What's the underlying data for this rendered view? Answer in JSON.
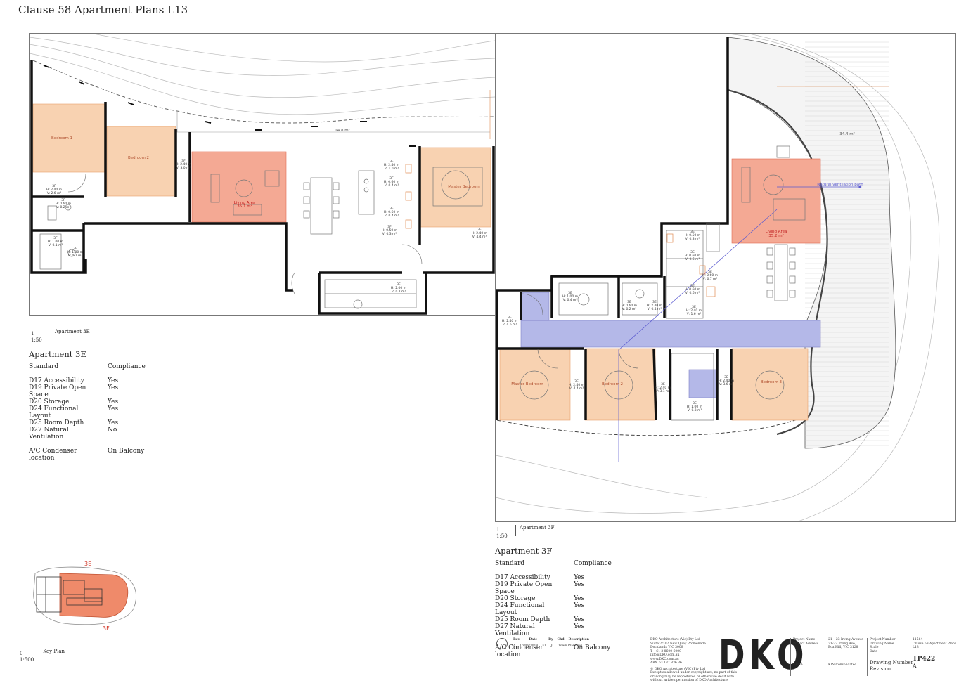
{
  "page": {
    "title": "Clause 58 Apartment Plans L13"
  },
  "plan_3e": {
    "scale_num": "1",
    "scale": "1:50",
    "label": "Apartment 3E",
    "rooms": {
      "bed1": "Bedroom 1",
      "bed2": "Bedroom 2",
      "living": "Living Area",
      "living_area": "35.1 m²",
      "master": "Master Bedroom",
      "balcony": "14.8 m²"
    },
    "storage": [
      {
        "id": "3F",
        "h": "H: 2.40 m",
        "v": "V: 2.6 m³"
      },
      {
        "id": "3F",
        "h": "H: 0.60 m",
        "v": "V: 0.2 m³"
      },
      {
        "id": "3F",
        "h": "H: 1.00 m",
        "v": "V: 0.1 m³"
      },
      {
        "id": "3F",
        "h": "H: 1.00 m",
        "v": "V: 0.1 m³"
      },
      {
        "id": "3F",
        "h": "H: 2.40 m",
        "v": "V: 3.0 m³"
      },
      {
        "id": "3F",
        "h": "H: 2.40 m",
        "v": "V: 1.0 m³"
      },
      {
        "id": "3F",
        "h": "H: 0.60 m",
        "v": "V: 0.4 m³"
      },
      {
        "id": "3F",
        "h": "H: 0.60 m",
        "v": "V: 0.4 m³"
      },
      {
        "id": "3F",
        "h": "H: 0.50 m",
        "v": "V: 0.3 m³"
      },
      {
        "id": "3F",
        "h": "H: 2.40 m",
        "v": "V: 4.4 m³"
      },
      {
        "id": "3F",
        "h": "H: 2.00 m",
        "v": "V: 0.7 m³"
      }
    ]
  },
  "sched_3e": {
    "title": "Apartment 3E",
    "col_standard": "Standard",
    "col_compliance": "Compliance",
    "rows": [
      {
        "std": "D17 Accessibility",
        "val": "Yes"
      },
      {
        "std": "D19 Private Open Space",
        "val": "Yes"
      },
      {
        "std": "D20 Storage",
        "val": "Yes"
      },
      {
        "std": "D24 Functional Layout",
        "val": "Yes"
      },
      {
        "std": "D25 Room Depth",
        "val": "Yes"
      },
      {
        "std": "D27 Natural Ventilation",
        "val": "No"
      }
    ],
    "ac_label": "A/C Condenser location",
    "ac_value": "On Balcony"
  },
  "plan_3f": {
    "scale_num": "1",
    "scale": "1:50",
    "label": "Apartment 3F",
    "rooms": {
      "living": "Living Area",
      "living_area": "35.2 m²",
      "bed1": "Master Bedroom",
      "bed2": "Bedroom 2",
      "bed3": "Bedroom 3",
      "balcony": "34.4 m²",
      "vent": "Natural ventilation path"
    },
    "storage": [
      {
        "id": "3E",
        "h": "H: 0.50 m",
        "v": "V: 0.3 m³"
      },
      {
        "id": "3E",
        "h": "H: 0.60 m",
        "v": "V: 0.6 m³"
      },
      {
        "id": "3E",
        "h": "H: 0.60 m",
        "v": "V: 0.7 m³"
      },
      {
        "id": "3E",
        "h": "H: 0.60 m",
        "v": "V: 0.6 m³"
      },
      {
        "id": "3E",
        "h": "H: 2.40 m",
        "v": "V: 1.6 m³"
      },
      {
        "id": "3E",
        "h": "H: 1.00 m",
        "v": "V: 0.4 m³"
      },
      {
        "id": "3E",
        "h": "H: 0.60 m",
        "v": "V: 0.2 m³"
      },
      {
        "id": "3E",
        "h": "H: 2.40 m",
        "v": "V: 0.4 m³"
      },
      {
        "id": "3E",
        "h": "H: 2.40 m",
        "v": "V: 4.6 m³"
      },
      {
        "id": "3E",
        "h": "H: 2.40 m",
        "v": "V: 4.4 m³"
      },
      {
        "id": "3E",
        "h": "H: 2.40 m",
        "v": "V: 3.1 m³"
      },
      {
        "id": "3E",
        "h": "H: 2.40 m",
        "v": "V: 3.6 m³"
      },
      {
        "id": "3E",
        "h": "H: 1.00 m",
        "v": "V: 0.3 m³"
      }
    ]
  },
  "sched_3f": {
    "title": "Apartment 3F",
    "col_standard": "Standard",
    "col_compliance": "Compliance",
    "rows": [
      {
        "std": "D17 Accessibility",
        "val": "Yes"
      },
      {
        "std": "D19 Private Open Space",
        "val": "Yes"
      },
      {
        "std": "D20 Storage",
        "val": "Yes"
      },
      {
        "std": "D24 Functional Layout",
        "val": "Yes"
      },
      {
        "std": "D25 Room Depth",
        "val": "Yes"
      },
      {
        "std": "D27 Natural Ventilation",
        "val": "Yes"
      }
    ],
    "ac_label": "A/C Condenser location",
    "ac_value": "On Balcony"
  },
  "keyplan": {
    "label_3e": "3E",
    "label_3f": "3F",
    "scale_num": "0",
    "scale": "1:500",
    "label": "Key Plan"
  },
  "titleblock": {
    "rev_headers": [
      "Rev.",
      "Date",
      "By",
      "Chd",
      "Description"
    ],
    "rev_row": [
      "A",
      "15/06/2018",
      "EL",
      "JL",
      "Town Planning"
    ],
    "firm": [
      "DKO Architecture (Vic) Pty Ltd",
      "Suite 2/102 New Quay Promenade",
      "Docklands VIC 3008",
      "T +61 3 8600 6000",
      "info@DKO.com.au",
      "www.DKO.com.au",
      "ABN 63 137 836 36"
    ],
    "copyright": [
      "© DKO Architecture (VIC) Pty Ltd",
      "Except as allowed under copyright act, no part of this",
      "drawing may be reproduced or otherwise dealt with",
      "without written permission of DKO Architecture."
    ],
    "logo": "DKO",
    "project_name_label": "Project Name",
    "project_address_label": "Project Address",
    "project_address": [
      "21 – 23 Irving Avenue",
      "21-23 Irving Ave,",
      "Box Hill, VIC 3128"
    ],
    "client_label": "Client",
    "client": "KIN Consolidated",
    "meta_labels": [
      "Project Number",
      "Drawing Name",
      "Scale",
      "Date"
    ],
    "meta_values": [
      "11564",
      "Clause 58 Apartment Plans",
      "L13",
      ""
    ],
    "drawing_number_label": "Drawing Number",
    "drawing_number": "TP422",
    "revision_label": "Revision",
    "revision": "A"
  }
}
